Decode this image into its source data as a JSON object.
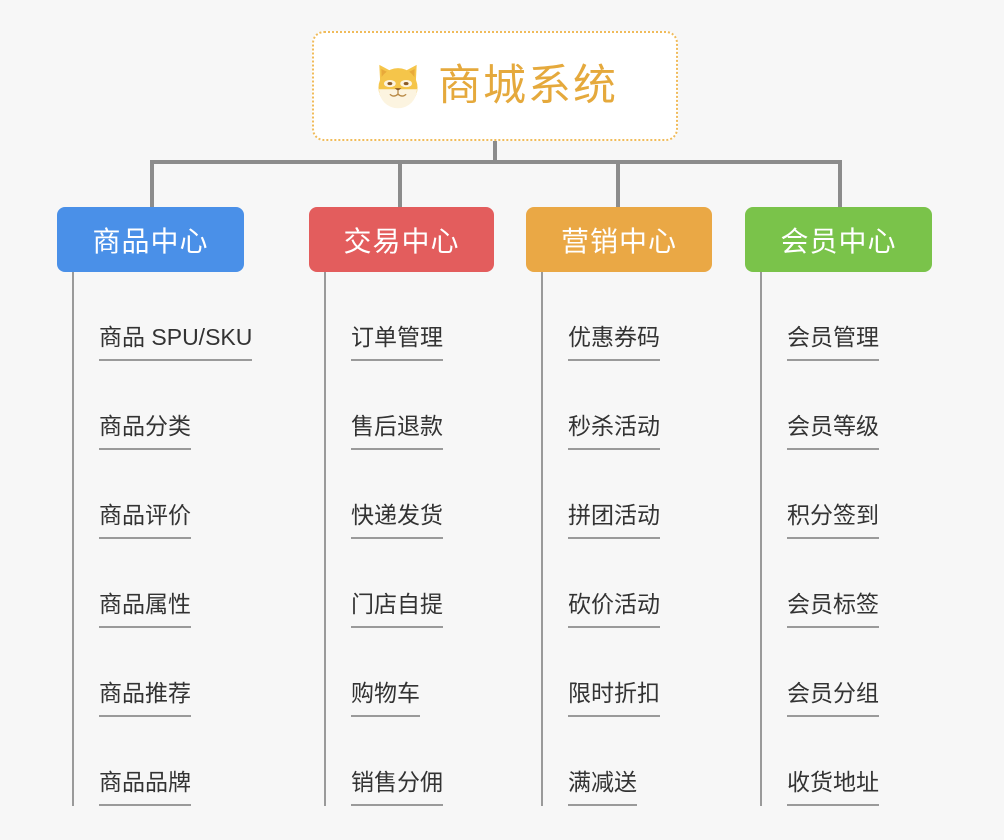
{
  "page": {
    "background_color": "#f7f7f7"
  },
  "root": {
    "title": "商城系统",
    "logo_icon": "shiba-dog-face-icon",
    "title_color": "#e5a93c",
    "border_color": "#f0bb5a"
  },
  "groups": [
    {
      "label": "商品中心",
      "color": "#4a90e8",
      "children": [
        {
          "label": "商品 SPU/SKU"
        },
        {
          "label": "商品分类"
        },
        {
          "label": "商品评价"
        },
        {
          "label": "商品属性"
        },
        {
          "label": "商品推荐"
        },
        {
          "label": "商品品牌"
        }
      ]
    },
    {
      "label": "交易中心",
      "color": "#e35d5d",
      "children": [
        {
          "label": "订单管理"
        },
        {
          "label": "售后退款"
        },
        {
          "label": "快递发货"
        },
        {
          "label": "门店自提"
        },
        {
          "label": "购物车"
        },
        {
          "label": "销售分佣"
        }
      ]
    },
    {
      "label": "营销中心",
      "color": "#eaa845",
      "children": [
        {
          "label": "优惠券码"
        },
        {
          "label": "秒杀活动"
        },
        {
          "label": "拼团活动"
        },
        {
          "label": "砍价活动"
        },
        {
          "label": "限时折扣"
        },
        {
          "label": "满减送"
        }
      ]
    },
    {
      "label": "会员中心",
      "color": "#7ac34a",
      "children": [
        {
          "label": "会员管理"
        },
        {
          "label": "会员等级"
        },
        {
          "label": "积分签到"
        },
        {
          "label": "会员标签"
        },
        {
          "label": "会员分组"
        },
        {
          "label": "收货地址"
        }
      ]
    }
  ]
}
